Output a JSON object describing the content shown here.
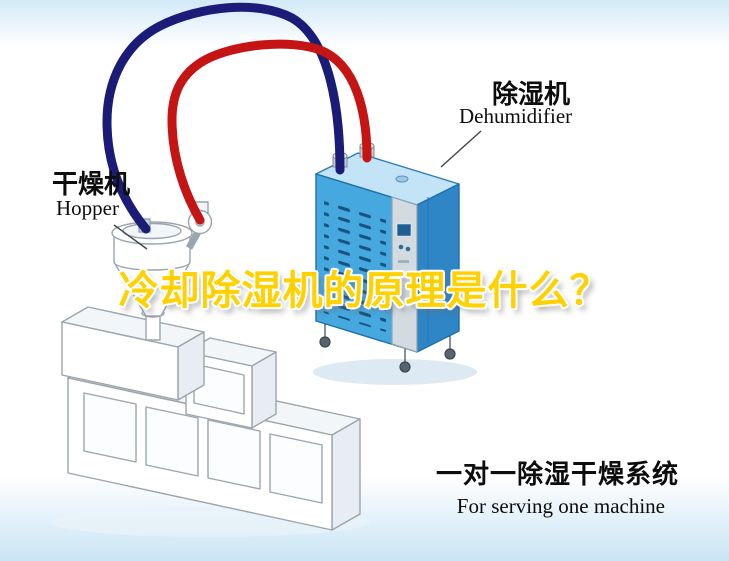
{
  "colors": {
    "bg_top": "#d3e9f7",
    "bg_bottom": "#c9e4f5",
    "dehumidifier_front": "#45a9e0",
    "dehumidifier_side": "#2e86c6",
    "dehumidifier_top": "#c3e4f7",
    "pipe_red": "#c41414",
    "pipe_navy": "#1b1b78",
    "title_yellow": "#ffd100"
  },
  "labels": {
    "hopper": {
      "zh": "干燥机",
      "en": "Hopper"
    },
    "dehumidifier": {
      "zh": "除湿机",
      "en": "Dehumidifier"
    }
  },
  "headline": {
    "text": "冷却除湿机的原理是什么？"
  },
  "footer": {
    "zh": "一对一除湿干燥系统",
    "en": "For serving one machine"
  }
}
